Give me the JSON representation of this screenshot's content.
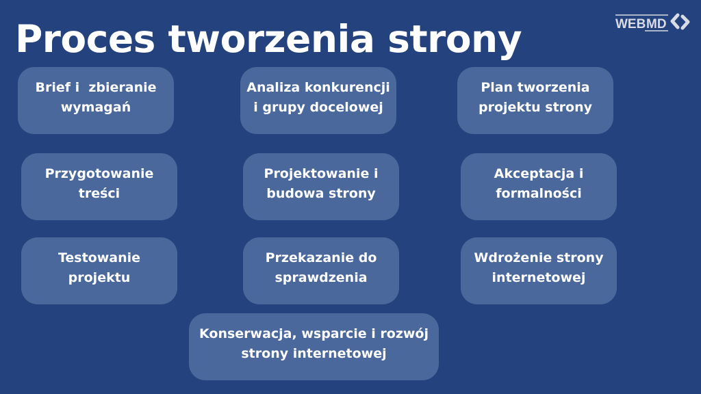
{
  "title": "Proces tworzenia strony",
  "logo": {
    "text_web": "WEB",
    "text_md": "MD",
    "icon": "double-chevron-arrow-icon",
    "color": "#d9dce4"
  },
  "colors": {
    "background": "#24437e",
    "card": "#4a689b",
    "text": "#ffffff"
  },
  "steps": [
    {
      "id": "brief",
      "lines": [
        "Brief i  zbieranie",
        "wymagań"
      ]
    },
    {
      "id": "analiza",
      "lines": [
        "Analiza konkurencji",
        "i grupy docelowej"
      ]
    },
    {
      "id": "plan",
      "lines": [
        "Plan tworzenia",
        "projektu strony"
      ]
    },
    {
      "id": "tresci",
      "lines": [
        "Przygotowanie",
        "treści"
      ]
    },
    {
      "id": "projektowanie",
      "lines": [
        "Projektowanie i",
        "budowa strony"
      ]
    },
    {
      "id": "akceptacja",
      "lines": [
        "Akceptacja i",
        "formalności"
      ]
    },
    {
      "id": "testowanie",
      "lines": [
        "Testowanie",
        "projektu"
      ]
    },
    {
      "id": "przekazanie",
      "lines": [
        "Przekazanie do",
        "sprawdzenia"
      ]
    },
    {
      "id": "wdrozenie",
      "lines": [
        "Wdrożenie strony",
        "internetowej"
      ]
    },
    {
      "id": "konserwacja",
      "lines": [
        "Konserwacja, wsparcie i rozwój",
        "strony internetowej"
      ]
    }
  ]
}
